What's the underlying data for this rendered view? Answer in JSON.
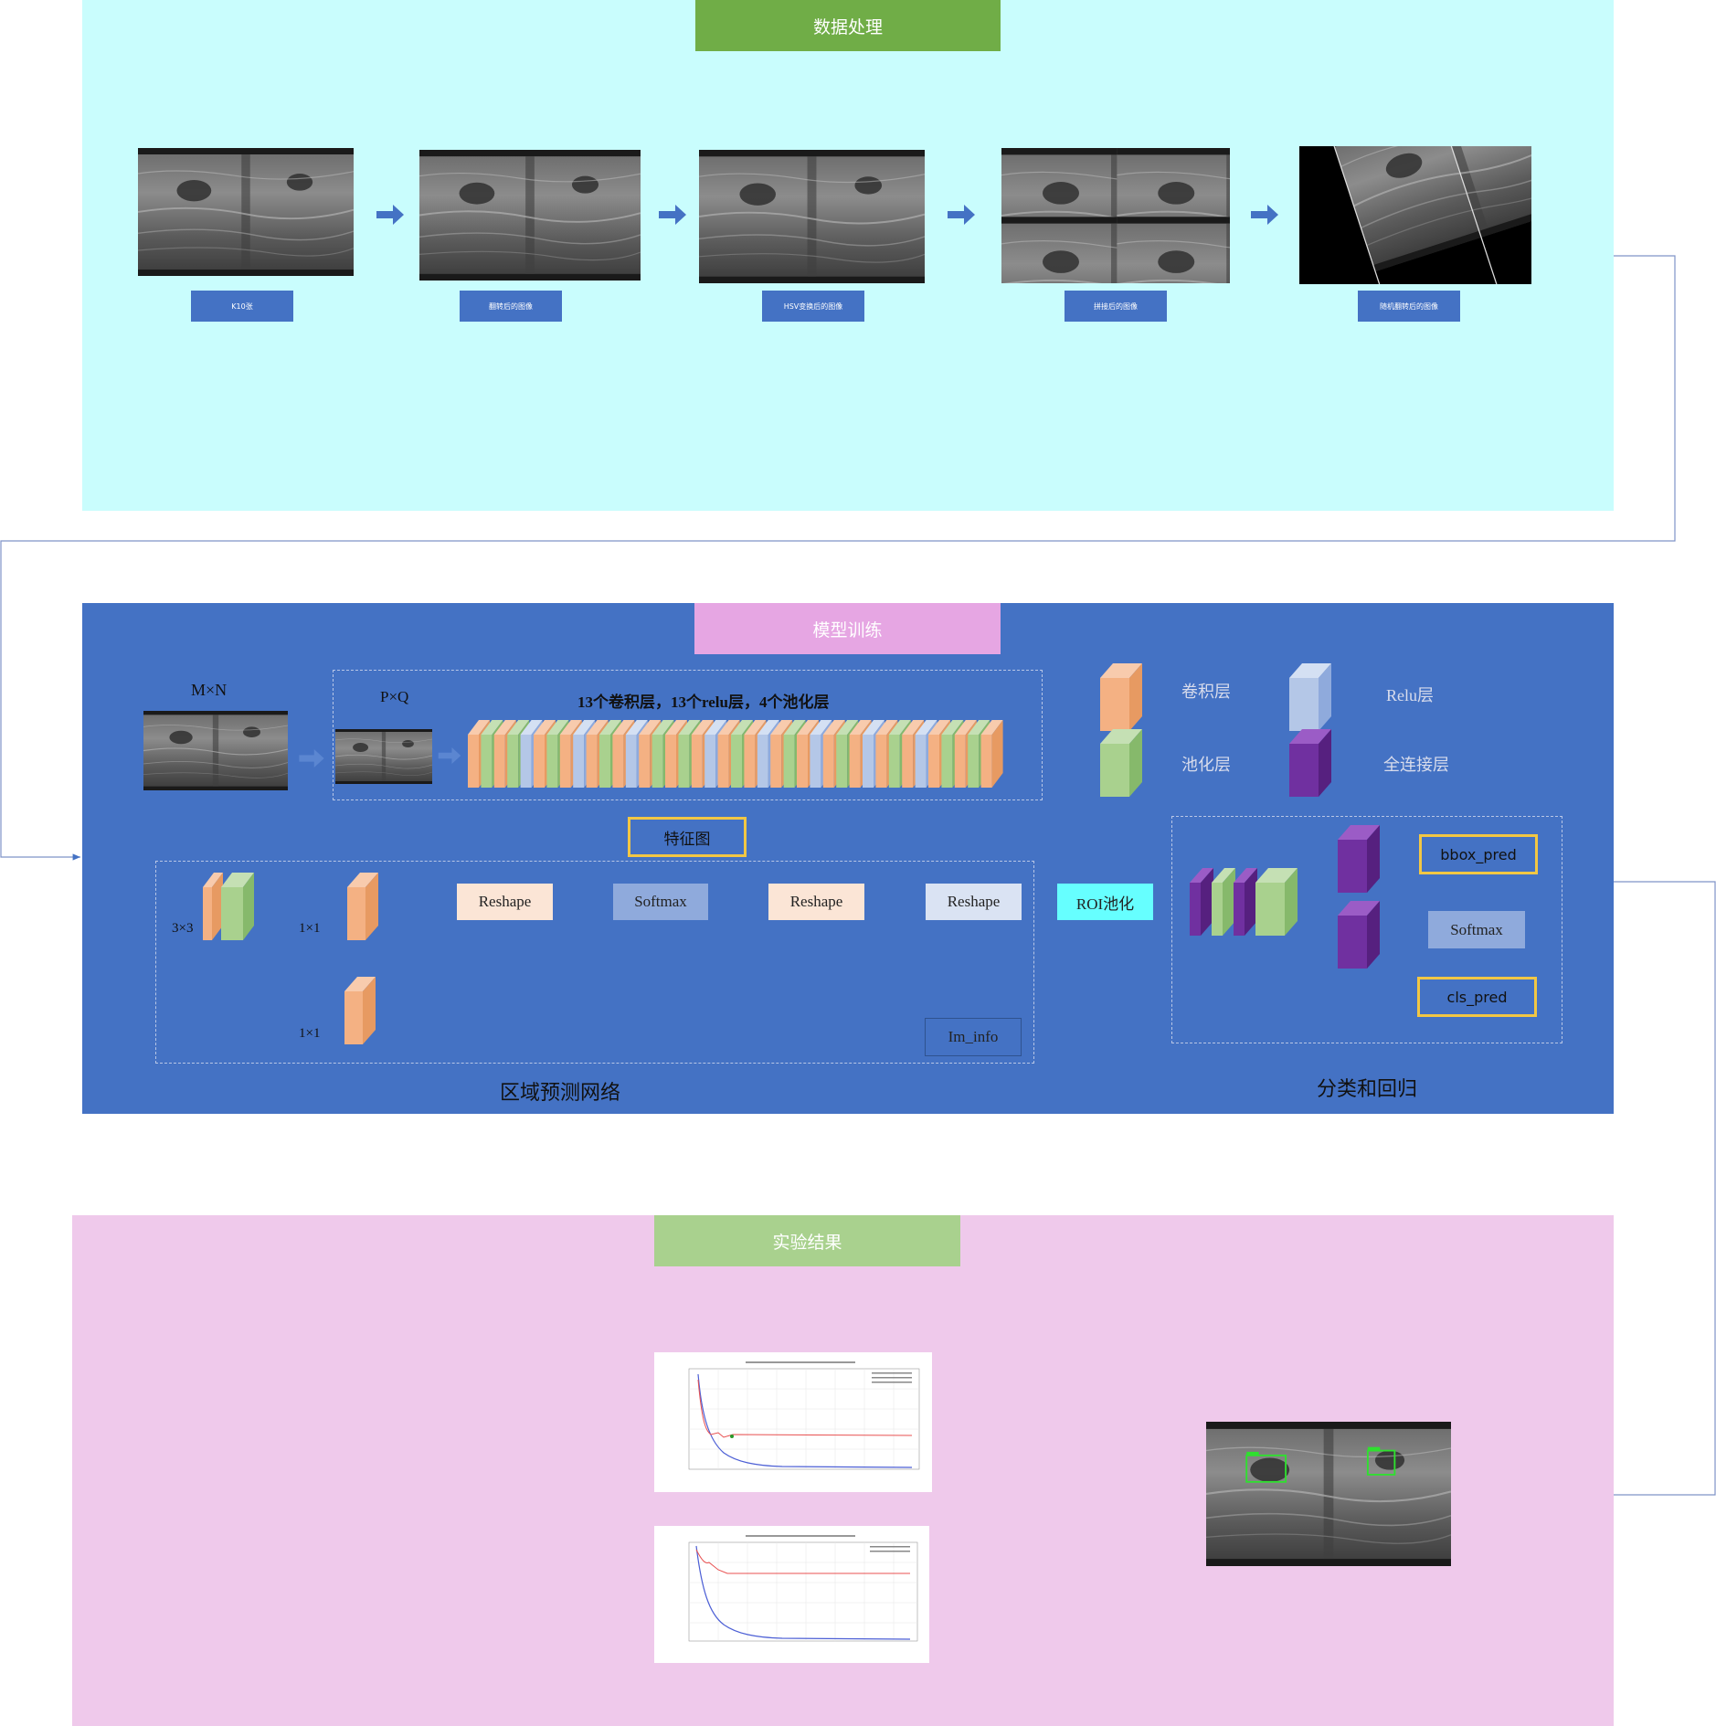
{
  "sections": {
    "data_processing": {
      "title": "数据处理"
    },
    "model_training": {
      "title": "模型训练"
    },
    "results": {
      "title": "实验结果"
    }
  },
  "processing_steps": [
    {
      "label": "K10张"
    },
    {
      "label": "翻转后的图像"
    },
    {
      "label": "HSV变换后的图像"
    },
    {
      "label": "拼接后的图像"
    },
    {
      "label": "随机翻转后的图像"
    }
  ],
  "training": {
    "input_size": "M×N",
    "scaled_size": "P×Q",
    "backbone_desc": "13个卷积层，13个relu层，4个池化层",
    "legend": {
      "conv": "卷积层",
      "relu": "Relu层",
      "pool": "池化层",
      "fc": "全连接层"
    },
    "feature_map": "特征图",
    "rpn": {
      "k3": "3×3",
      "k1a": "1×1",
      "k1b": "1×1",
      "reshape1": "Reshape",
      "softmax": "Softmax",
      "reshape2": "Reshape",
      "reshape3": "Reshape",
      "im_info": "Im_info",
      "title": "区域预测网络"
    },
    "roi_pool": "ROI池化",
    "cls": {
      "bbox_pred": "bbox_pred",
      "softmax": "Softmax",
      "cls_pred": "cls_pred",
      "title": "分类和回归"
    }
  },
  "colors": {
    "cyan_panel": "#c9fdfd",
    "blue_panel": "#4472c4",
    "pink_panel": "#efc9eb",
    "green_header": "#70ad47",
    "pink_header": "#e6a6e3",
    "light_green_header": "#a9d18e",
    "conv": "#f4b183",
    "pool": "#a9d18e",
    "relu": "#b4c7e7",
    "fc": "#7030a0"
  }
}
